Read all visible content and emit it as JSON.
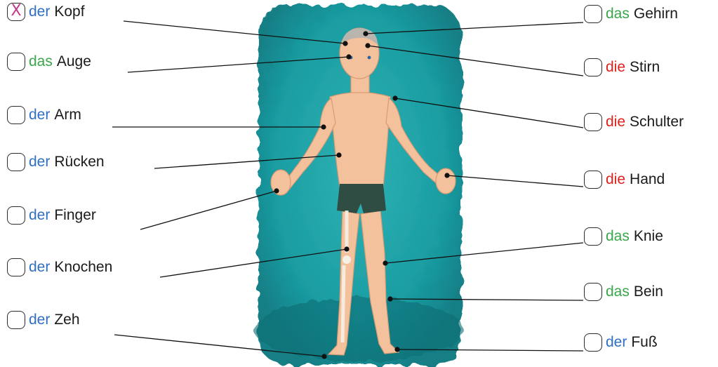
{
  "colors": {
    "der": "#2f6fc4",
    "das": "#3aa64a",
    "die": "#e0201b",
    "checkmark": "#c0398c",
    "line": "#111111",
    "backdrop": "#1a9da2",
    "skin": "#f3c29c"
  },
  "left_items": [
    {
      "article": "der",
      "noun": "Kopf",
      "checked": true,
      "mark": "X"
    },
    {
      "article": "das",
      "noun": "Auge",
      "checked": false,
      "mark": ""
    },
    {
      "article": "der",
      "noun": "Arm",
      "checked": false,
      "mark": ""
    },
    {
      "article": "der",
      "noun": "Rücken",
      "checked": false,
      "mark": ""
    },
    {
      "article": "der",
      "noun": "Finger",
      "checked": false,
      "mark": ""
    },
    {
      "article": "der",
      "noun": "Knochen",
      "checked": false,
      "mark": ""
    },
    {
      "article": "der",
      "noun": "Zeh",
      "checked": false,
      "mark": ""
    }
  ],
  "right_items": [
    {
      "article": "das",
      "noun": "Gehirn",
      "checked": false,
      "mark": ""
    },
    {
      "article": "die",
      "noun": "Stirn",
      "checked": false,
      "mark": ""
    },
    {
      "article": "die",
      "noun": "Schulter",
      "checked": false,
      "mark": ""
    },
    {
      "article": "die",
      "noun": "Hand",
      "checked": false,
      "mark": ""
    },
    {
      "article": "das",
      "noun": "Knie",
      "checked": false,
      "mark": ""
    },
    {
      "article": "das",
      "noun": "Bein",
      "checked": false,
      "mark": ""
    },
    {
      "article": "der",
      "noun": "Fuß",
      "checked": false,
      "mark": ""
    }
  ]
}
